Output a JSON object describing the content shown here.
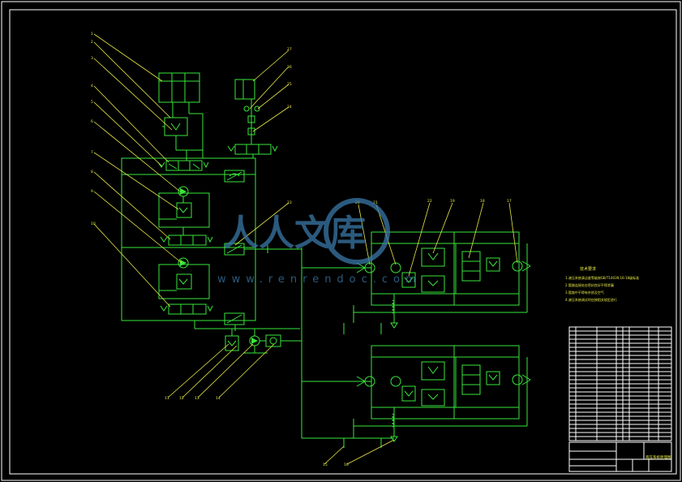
{
  "drawing": {
    "left_labels": [
      "1",
      "2",
      "3",
      "4",
      "5",
      "6",
      "7",
      "8",
      "9",
      "10"
    ],
    "bottom_labels": [
      "11",
      "12",
      "13",
      "14",
      "15",
      "16"
    ],
    "top_right_labels": [
      "27",
      "26",
      "25",
      "24",
      "23"
    ],
    "circuit_labels": [
      "20",
      "21",
      "22",
      "19",
      "18",
      "17"
    ],
    "tech_requirements": {
      "title": "技术要求",
      "lines": [
        "1.液压系统清洁度等级按GB/T14039,16-18级标准",
        "2.管路连接处应密封良好不得渗漏",
        "3.管路中不得有杂质及空气",
        "4.液压系统调试时应按相关规定进行"
      ]
    },
    "title_block": {
      "drawing_title": "液压系统原理图"
    },
    "watermark": {
      "text": "人人文库",
      "url": "www.renrendoc.com"
    },
    "colors": {
      "line": "#39e63b",
      "leader": "#e8e84a",
      "frame": "#ffffff",
      "watermark": "#3a78a8"
    }
  }
}
